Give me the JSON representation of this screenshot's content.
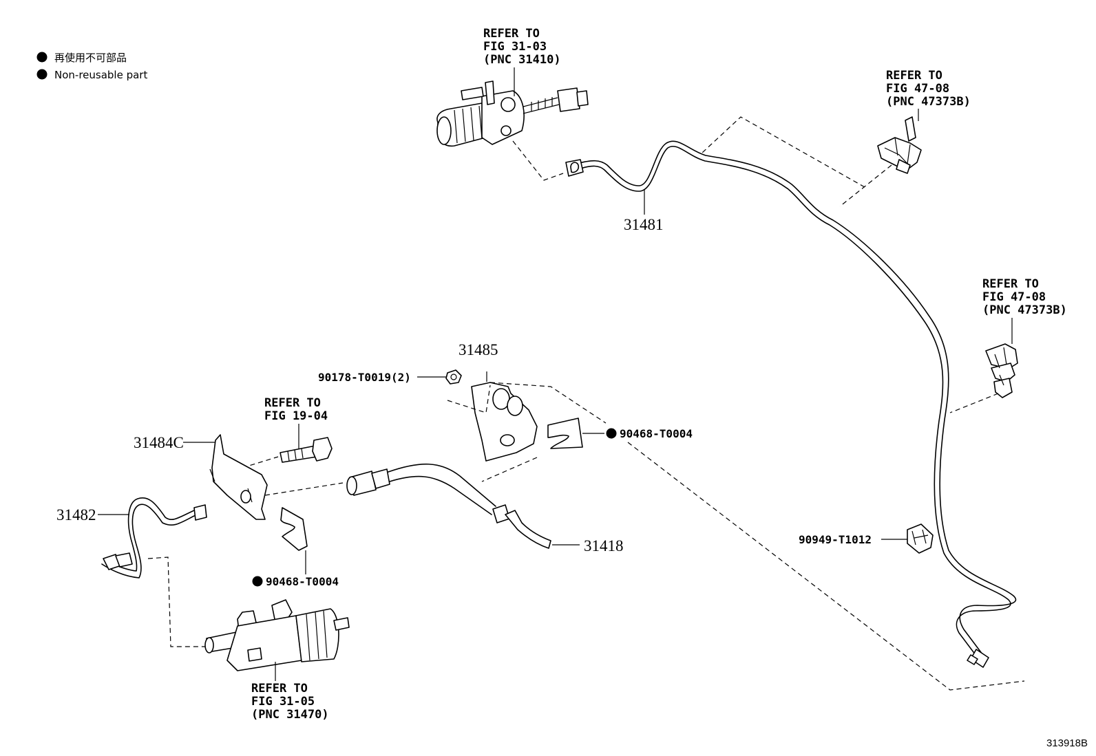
{
  "legend": {
    "items": [
      {
        "text": "再使用不可部品"
      },
      {
        "text": "Non-reusable part"
      }
    ]
  },
  "references": {
    "master_cylinder": {
      "line1": "REFER TO",
      "line2": "FIG 31-03",
      "line3": "(PNC 31410)"
    },
    "clamp_top": {
      "line1": "REFER TO",
      "line2": "FIG 47-08",
      "line3": "(PNC 47373B)"
    },
    "clamp_right": {
      "line1": "REFER TO",
      "line2": "FIG 47-08",
      "line3": "(PNC 47373B)"
    },
    "bolt": {
      "line1": "REFER TO",
      "line2": "FIG 19-04"
    },
    "release_cylinder": {
      "line1": "REFER TO",
      "line2": "FIG 31-05",
      "line3": "(PNC 31470)"
    }
  },
  "parts": {
    "p31481": "31481",
    "p31485": "31485",
    "p31484c": "31484C",
    "p31482": "31482",
    "p31418": "31418",
    "p90178": "90178-T0019(2)",
    "p90468_right": "90468-T0004",
    "p90468_bottom": "90468-T0004",
    "p90949": "90949-T1012"
  },
  "figure_id": "313918B"
}
